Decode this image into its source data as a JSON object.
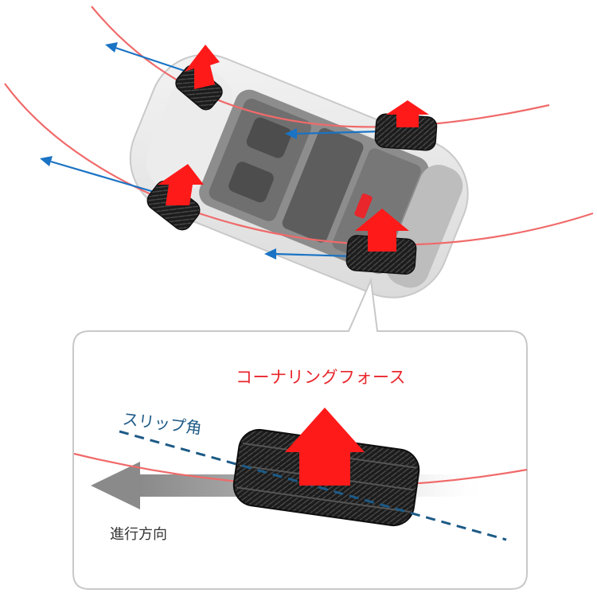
{
  "labels": {
    "cornering_force": "コーナリングフォース",
    "slip_angle": "スリップ角",
    "travel_direction": "進行方向"
  },
  "colors": {
    "force_arrow": "#ff1a1a",
    "travel_path": "#f06a6a",
    "heading_arrow": "#1a73c4",
    "slip_line": "#1d5a86",
    "direction_arrow": "#8a8a8a",
    "callout_border": "#c8c8c8",
    "tire": "#1b1b1b"
  },
  "icons": {
    "car": "car-top-view",
    "tire": "tire",
    "force": "arrow-up",
    "direction": "arrow-left"
  }
}
